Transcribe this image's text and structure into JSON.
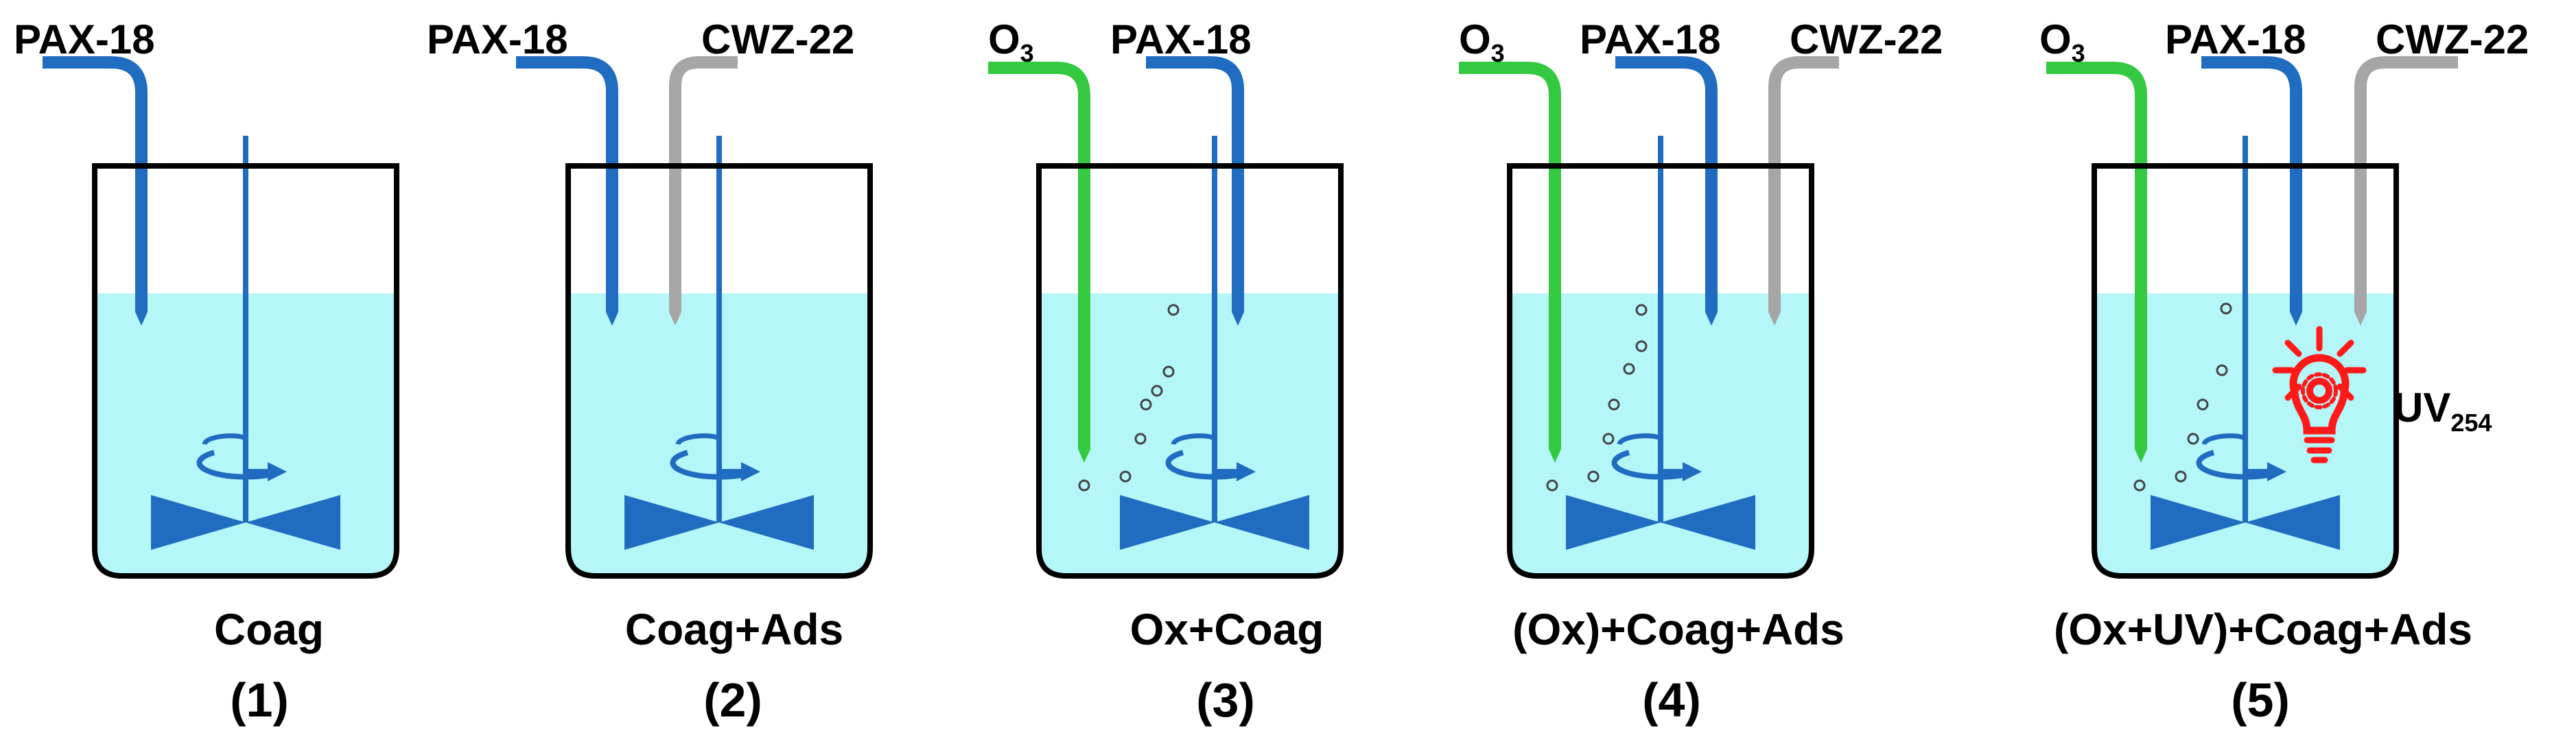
{
  "colors": {
    "water": "#b5f6f9",
    "tank_outline": "#000000",
    "pax_pipe": "#1f6cc0",
    "cwz_pipe": "#a6a6a6",
    "ozone_pipe": "#34c940",
    "stirrer": "#1f6cc0",
    "uv_lamp": "#ff1a1a"
  },
  "icons": {
    "stirrer": "impeller-with-rotation-arrow",
    "bubbles": "ozone-bubbles",
    "uv": "light-bulb-with-gear"
  },
  "reactors": [
    {
      "number": "(1)",
      "caption": "Coag",
      "pipes": {
        "o3": "",
        "pax": "PAX-18",
        "cwz": ""
      }
    },
    {
      "number": "(2)",
      "caption": "Coag+Ads",
      "pipes": {
        "o3": "",
        "pax": "PAX-18",
        "cwz": "CWZ-22"
      }
    },
    {
      "number": "(3)",
      "caption": "Ox+Coag",
      "pipes": {
        "o3": "O",
        "o3_sub": "3",
        "pax": "PAX-18",
        "cwz": ""
      }
    },
    {
      "number": "(4)",
      "caption": "(Ox)+Coag+Ads",
      "pipes": {
        "o3": "O",
        "o3_sub": "3",
        "pax": "PAX-18",
        "cwz": "CWZ-22"
      }
    },
    {
      "number": "(5)",
      "caption": "(Ox+UV)+Coag+Ads",
      "pipes": {
        "o3": "O",
        "o3_sub": "3",
        "pax": "PAX-18",
        "cwz": "CWZ-22"
      },
      "uv": {
        "label": "UV",
        "sub": "254"
      }
    }
  ]
}
